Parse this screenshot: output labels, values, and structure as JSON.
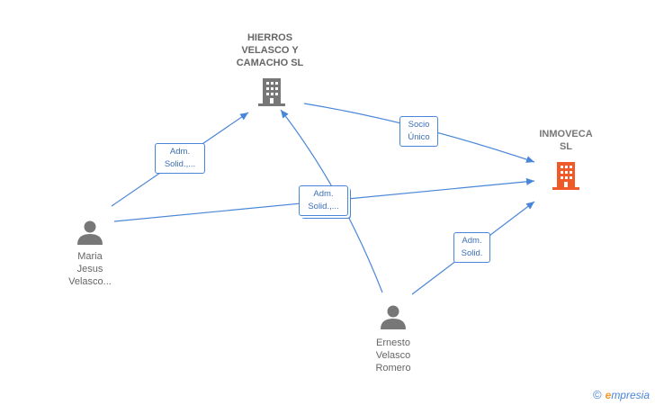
{
  "nodes": {
    "hierros": {
      "label": "HIERROS VELASCO Y CAMACHO SL",
      "lines": [
        "HIERROS",
        "VELASCO Y",
        "CAMACHO SL"
      ],
      "type": "company",
      "color": "#777777"
    },
    "inmoveca": {
      "label": "INMOVECA SL",
      "lines": [
        "INMOVECA",
        "SL"
      ],
      "type": "company",
      "color": "#f05a28"
    },
    "maria": {
      "label": "Maria Jesus Velasco...",
      "lines": [
        "Maria",
        "Jesus",
        "Velasco..."
      ],
      "type": "person",
      "color": "#777777"
    },
    "ernesto": {
      "label": "Ernesto Velasco Romero",
      "lines": [
        "Ernesto",
        "Velasco",
        "Romero"
      ],
      "type": "person",
      "color": "#777777"
    }
  },
  "edges": {
    "maria_hierros": {
      "from": "maria",
      "to": "hierros",
      "label": [
        "Adm.",
        "Solid.,..."
      ]
    },
    "hierros_inmoveca": {
      "from": "hierros",
      "to": "inmoveca",
      "label": [
        "Socio",
        "Único"
      ]
    },
    "maria_inmoveca": {
      "from": "maria",
      "to": "inmoveca",
      "label": [
        "Adm.",
        "Solid.,..."
      ]
    },
    "ernesto_hierros": {
      "from": "ernesto",
      "to": "hierros",
      "label": [
        "Adm.",
        "Solid.,..."
      ]
    },
    "ernesto_inmoveca": {
      "from": "ernesto",
      "to": "inmoveca",
      "label": [
        "Adm.",
        "Solid."
      ]
    }
  },
  "colors": {
    "edge": "#4a86d8",
    "company": "#777777",
    "highlight": "#f05a28",
    "person": "#777777"
  },
  "watermark": {
    "copyright": "©",
    "brand_initial": "e",
    "brand_rest": "mpresia"
  }
}
